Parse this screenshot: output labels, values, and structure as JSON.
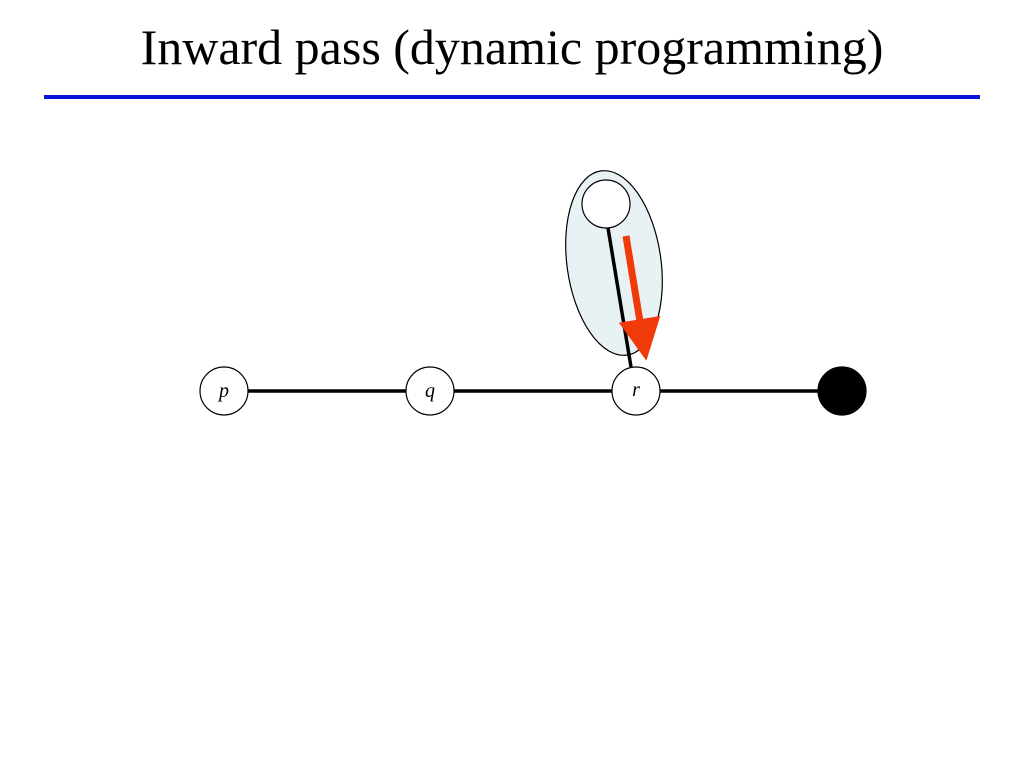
{
  "slide": {
    "title": "Inward pass (dynamic programming)"
  },
  "colors": {
    "title_rule": "#0a14d6",
    "edge": "#000000",
    "node_fill": "#ffffff",
    "root_fill": "#000000",
    "group_fill": "#e8f2f5",
    "arrow": "#f03a0a"
  },
  "diagram": {
    "nodes": [
      {
        "id": "p",
        "label": "p",
        "filled": false
      },
      {
        "id": "q",
        "label": "q",
        "filled": false
      },
      {
        "id": "r",
        "label": "r",
        "filled": false
      },
      {
        "id": "root",
        "label": "",
        "filled": true
      },
      {
        "id": "child",
        "label": "",
        "filled": false
      }
    ],
    "edges": [
      {
        "from": "p",
        "to": "q"
      },
      {
        "from": "q",
        "to": "r"
      },
      {
        "from": "r",
        "to": "root"
      },
      {
        "from": "child",
        "to": "r"
      }
    ],
    "message": {
      "from": "child",
      "to": "r",
      "direction": "inward"
    },
    "highlighted_subtree": [
      "child"
    ]
  }
}
